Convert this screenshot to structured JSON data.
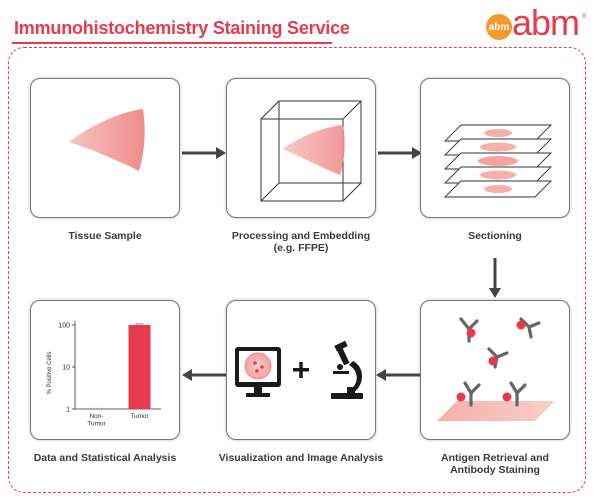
{
  "header": {
    "title": "Immunohistochemistry Staining Service",
    "logo_badge": "abm",
    "logo_text": "abm",
    "logo_reg": "®"
  },
  "steps": [
    {
      "label": "Tissue Sample"
    },
    {
      "label_line1": "Processing and Embedding",
      "label_line2": "(e.g. FFPE)"
    },
    {
      "label": "Sectioning"
    },
    {
      "label_line1": "Antigen Retrieval and",
      "label_line2": "Antibody Staining"
    },
    {
      "label": "Visualization and Image Analysis"
    },
    {
      "label": "Data and Statistical Analysis"
    }
  ],
  "chart_data": {
    "type": "bar",
    "categories": [
      "Non-Tumor",
      "Tumor"
    ],
    "category_lines": [
      [
        "Non-",
        "Tumor"
      ],
      [
        "Tumor"
      ]
    ],
    "values": [
      1,
      100
    ],
    "ylabel": "% Positive Cells",
    "yscale": "log",
    "ylim": [
      1,
      100
    ],
    "yticks": [
      1,
      10,
      100
    ],
    "ytick_labels": [
      "1",
      "10",
      "100"
    ],
    "bar_color": "#e83a4e"
  },
  "colors": {
    "accent": "#e83a4e",
    "tissue": "#f2a0a0",
    "logo_orange": "#f29a2e",
    "arrow": "#444444"
  }
}
